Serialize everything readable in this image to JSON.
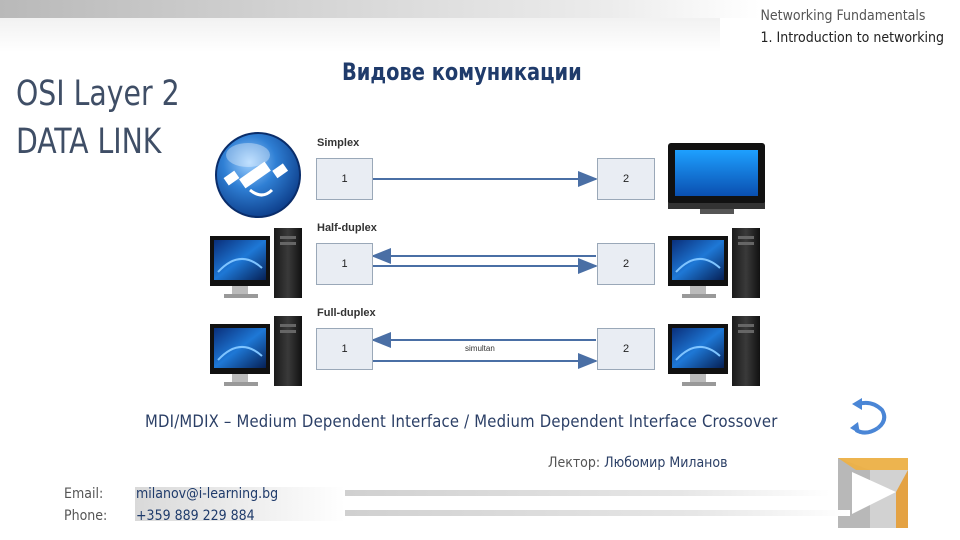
{
  "header": {
    "course_title": "Networking Fundamentals",
    "lesson_title": "1. Introduction to networking"
  },
  "slide": {
    "title_line1": "OSI Layer 2",
    "title_line2": "DATA LINK",
    "subtitle": "Видове комуникации",
    "mdix_text": "MDI/MDIX – Medium Dependent Interface / Medium Dependent Interface Crossover",
    "lector_label": "Лектор:",
    "lector_name": "Любомир Миланов"
  },
  "diagram": {
    "simplex": {
      "label": "Simplex",
      "left": "1",
      "right": "2"
    },
    "half_duplex": {
      "label": "Half-duplex",
      "left": "1",
      "right": "2"
    },
    "full_duplex": {
      "label": "Full-duplex",
      "left": "1",
      "right": "2",
      "middle": "simultan"
    }
  },
  "contact": {
    "email_label": "Email:",
    "email_value": "milanov@i-learning.bg",
    "phone_label": "Phone:",
    "phone_value": "+359 889 229 884"
  },
  "icons": [
    "satellite-globe-icon",
    "computer-icon",
    "tv-icon",
    "refresh-arrows-icon",
    "play-logo-icon"
  ],
  "colors": {
    "title": "#3f4e66",
    "accent": "#1f3b6b",
    "box_fill": "#e9edf3",
    "arrow": "#4a6fa5"
  }
}
